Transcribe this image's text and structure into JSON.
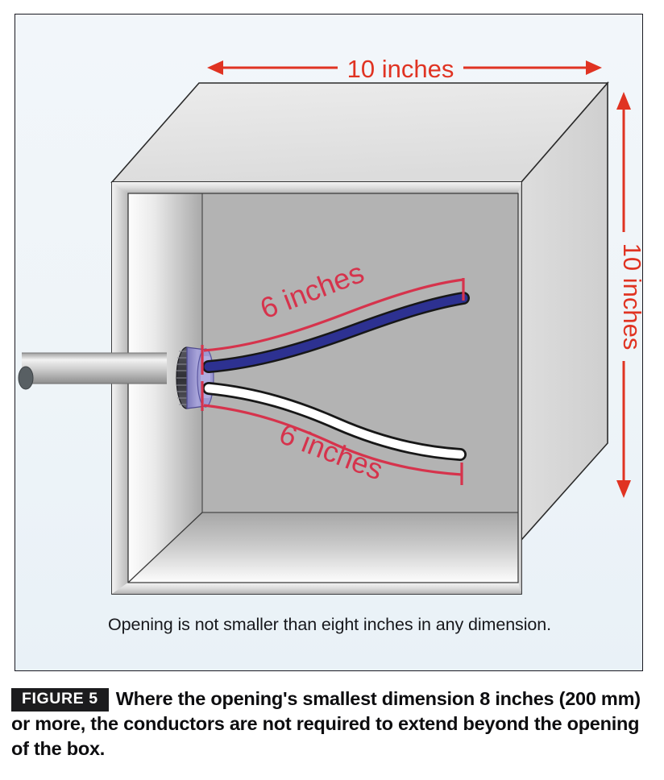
{
  "figure": {
    "badge_label": "FIGURE 5",
    "caption_text": "Where the opening's smallest dimension 8 inches (200 mm) or more, the conductors are not required to extend beyond the opening of the box.",
    "opening_note": "Opening is not smaller than eight inches in any dimension."
  },
  "dimensions": {
    "top_label": "10 inches",
    "right_label": "10 inches",
    "conductor_upper_label": "6 inches",
    "conductor_lower_label": "6 inches"
  },
  "colors": {
    "dimension_red": "#e03322",
    "measure_crimson": "#d6334c",
    "conductor_blue": "#2d3191",
    "conductor_white": "#ffffff",
    "outline_black": "#1a1a1a",
    "panel_background": "#eef4f8",
    "box_top_face": "#e3e3e3",
    "box_back_wall": "#b3b3b3",
    "badge_background": "#1c1c1e"
  },
  "parts": {
    "conduit_label": "conduit",
    "connector_label": "cable-gland-connector",
    "box_label": "junction-box"
  },
  "chart_data": {
    "type": "diagram",
    "title": "Junction box opening and conductor length requirement",
    "annotations": [
      {
        "name": "box-width",
        "value": 10,
        "unit": "inches",
        "label": "10 inches",
        "orientation": "horizontal"
      },
      {
        "name": "box-height",
        "value": 10,
        "unit": "inches",
        "label": "10 inches",
        "orientation": "vertical"
      },
      {
        "name": "upper-conductor-length",
        "value": 6,
        "unit": "inches",
        "label": "6 inches",
        "conductor": "blue"
      },
      {
        "name": "lower-conductor-length",
        "value": 6,
        "unit": "inches",
        "label": "6 inches",
        "conductor": "white"
      },
      {
        "name": "minimum-opening",
        "value": 8,
        "unit": "inches",
        "label": "eight inches"
      }
    ]
  }
}
